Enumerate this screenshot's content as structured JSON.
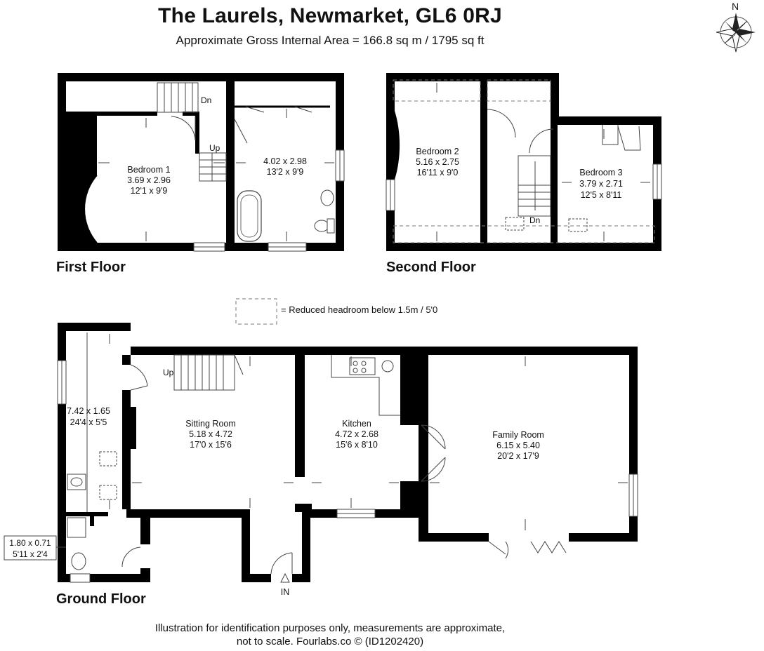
{
  "header": {
    "title": "The Laurels, Newmarket, GL6 0RJ",
    "subtitle": "Approximate Gross Internal Area = 166.8 sq m / 1795 sq ft"
  },
  "compass": {
    "north_label": "N"
  },
  "floors": {
    "first": "First Floor",
    "second": "Second Floor",
    "ground": "Ground Floor"
  },
  "legend": {
    "text": "= Reduced headroom below 1.5m / 5'0"
  },
  "rooms": {
    "bedroom1": {
      "name": "Bedroom 1",
      "metric": "3.69 x 2.96",
      "imperial": "12'1 x 9'9"
    },
    "bathroom": {
      "metric": "4.02 x 2.98",
      "imperial": "13'2 x 9'9"
    },
    "bedroom2": {
      "name": "Bedroom 2",
      "metric": "5.16 x 2.75",
      "imperial": "16'11 x 9'0"
    },
    "bedroom3": {
      "name": "Bedroom 3",
      "metric": "3.79 x 2.71",
      "imperial": "12'5 x 8'11"
    },
    "hall": {
      "metric": "7.42 x 1.65",
      "imperial": "24'4 x 5'5"
    },
    "cloakroom": {
      "metric": "1.80 x 0.71",
      "imperial": "5'11 x 2'4"
    },
    "sitting": {
      "name": "Sitting Room",
      "metric": "5.18 x 4.72",
      "imperial": "17'0 x 15'6"
    },
    "kitchen": {
      "name": "Kitchen",
      "metric": "4.72 x 2.68",
      "imperial": "15'6 x 8'10"
    },
    "family": {
      "name": "Family Room",
      "metric": "6.15 x 5.40",
      "imperial": "20'2 x 17'9"
    }
  },
  "stairs": {
    "first_dn": "Dn",
    "first_up": "Up",
    "second_dn": "Dn",
    "ground_up": "Up"
  },
  "entrance": {
    "label": "IN"
  },
  "footer": {
    "line1": "Illustration for identification purposes only, measurements are approximate,",
    "line2": "not to scale. Fourlabs.co © (ID1202420)"
  },
  "colors": {
    "wall": "#000000",
    "background": "#ffffff",
    "line": "#444444"
  }
}
